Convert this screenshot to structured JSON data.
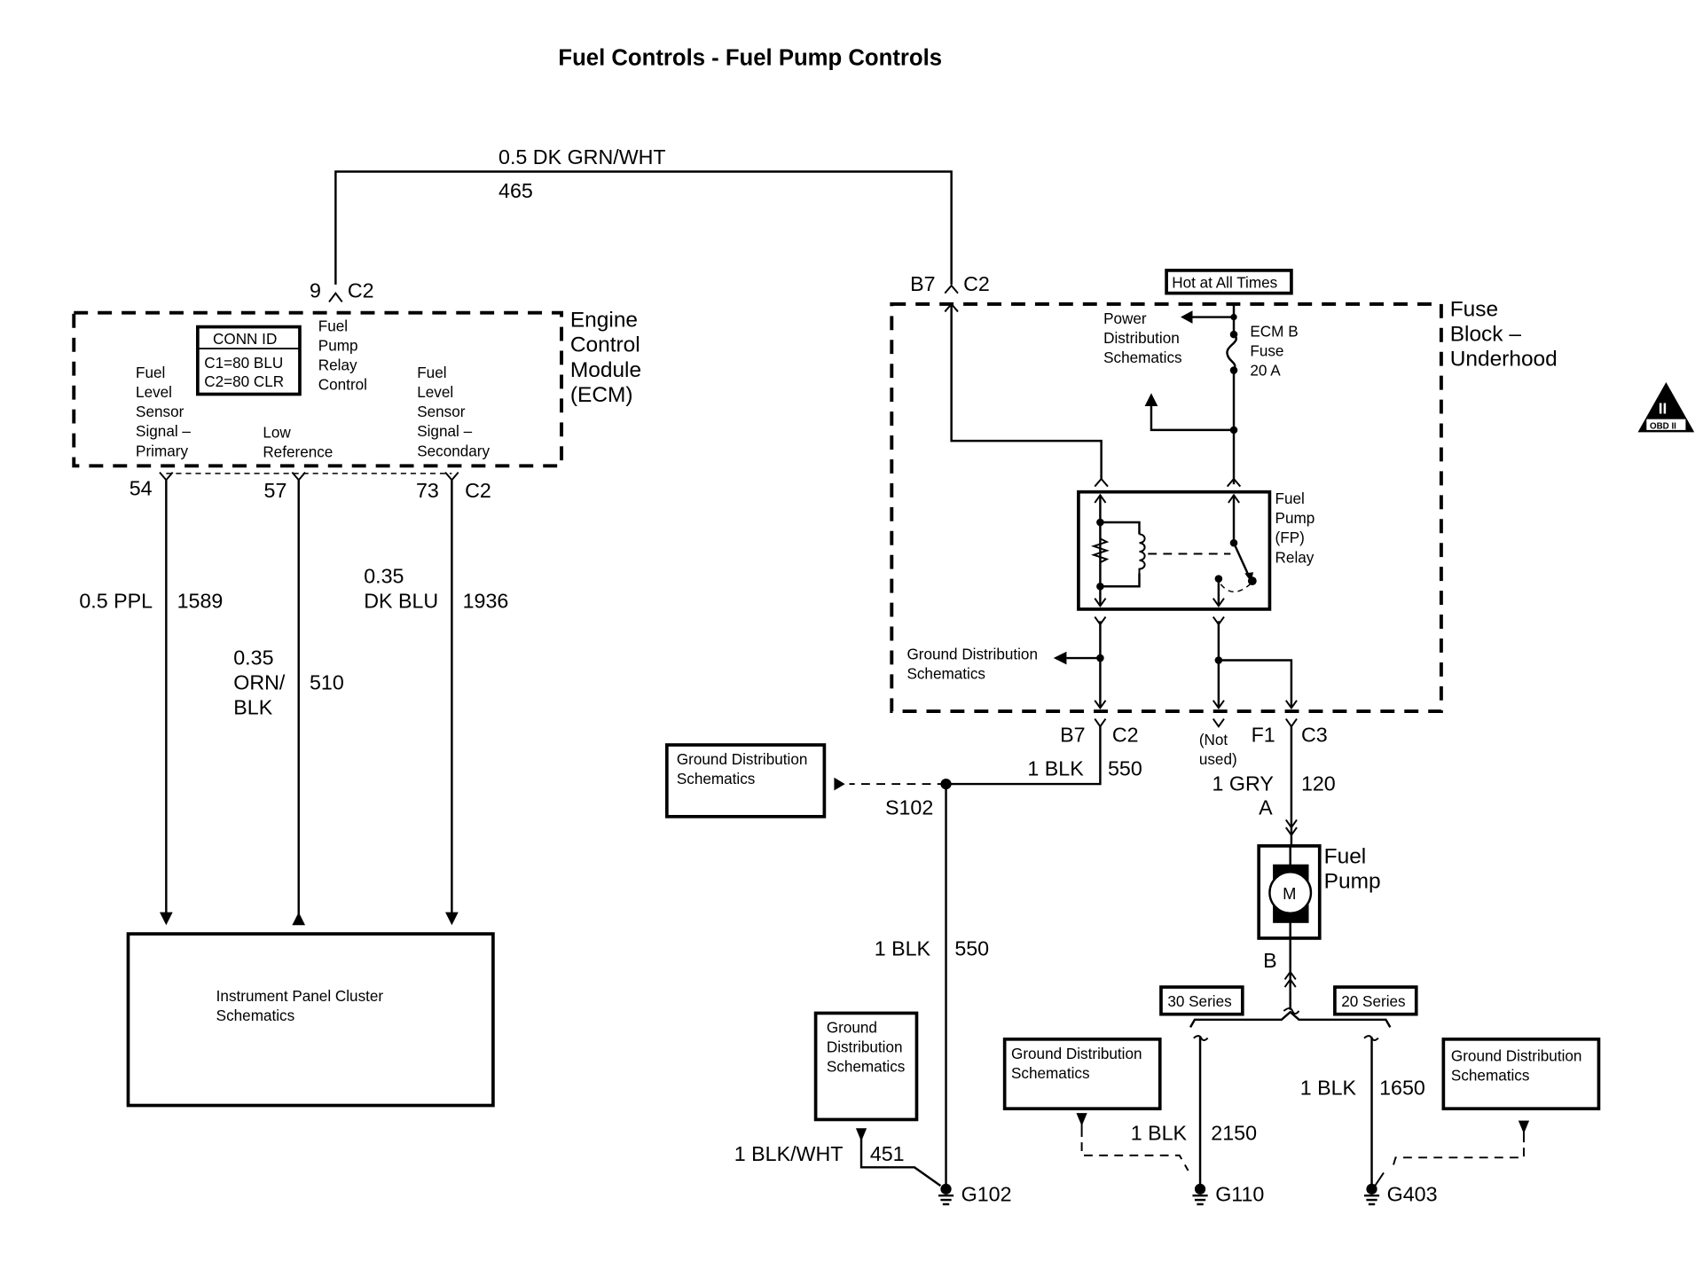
{
  "title": "Fuel Controls - Fuel Pump Controls",
  "colors": {
    "ink": "#000000",
    "background": "#ffffff"
  },
  "top_wire": {
    "gauge_color": "0.5 DK GRN/WHT",
    "circuit": "465"
  },
  "ecm": {
    "name_lines": [
      "Engine",
      "Control",
      "Module",
      "(ECM)"
    ],
    "top_connector": {
      "pin": "9",
      "conn": "C2"
    },
    "conn_id": {
      "header": "CONN ID",
      "c1": "C1=80 BLU",
      "c2": "C2=80 CLR"
    },
    "fp_relay_control": [
      "Fuel",
      "Pump",
      "Relay",
      "Control"
    ],
    "fls_primary": [
      "Fuel",
      "Level",
      "Sensor",
      "Signal –",
      "Primary"
    ],
    "low_reference": [
      "Low",
      "Reference"
    ],
    "fls_secondary": [
      "Fuel",
      "Level",
      "Sensor",
      "Signal –",
      "Secondary"
    ],
    "bottom_pins": {
      "p1": "54",
      "p2": "57",
      "p3": "73",
      "conn": "C2"
    }
  },
  "left_wires": [
    {
      "gauge_color": [
        "0.5 PPL"
      ],
      "circuit": "1589"
    },
    {
      "gauge_color": [
        "0.35",
        "ORN/",
        "BLK"
      ],
      "circuit": "510"
    },
    {
      "gauge_color": [
        "0.35",
        "DK BLU"
      ],
      "circuit": "1936"
    }
  ],
  "ipc": {
    "lines": [
      "Instrument Panel Cluster",
      "Schematics"
    ]
  },
  "fuse_block": {
    "name_lines": [
      "Fuse",
      "Block –",
      "Underhood"
    ],
    "hot_label": "Hot at All Times",
    "top_connector": {
      "pin": "B7",
      "conn": "C2"
    },
    "power_dist": [
      "Power",
      "Distribution",
      "Schematics"
    ],
    "fuse": [
      "ECM B",
      "Fuse",
      "20 A"
    ],
    "relay": [
      "Fuel",
      "Pump",
      "(FP)",
      "Relay"
    ],
    "ground_dist": [
      "Ground Distribution",
      "Schematics"
    ],
    "bottom_left": {
      "pin": "B7",
      "conn": "C2"
    },
    "not_used": [
      "(Not",
      "used)"
    ],
    "bottom_right": {
      "pin": "F1",
      "conn": "C3"
    }
  },
  "ground_circuit": {
    "box_lines": [
      "Ground Distribution",
      "Schematics"
    ],
    "wire_top": {
      "gauge_color": "1 BLK",
      "circuit": "550"
    },
    "splice": "S102",
    "wire_down": {
      "gauge_color": "1 BLK",
      "circuit": "550"
    },
    "g102_box": [
      "Ground",
      "Distribution",
      "Schematics"
    ],
    "wire_451": {
      "gauge_color": "1 BLK/WHT",
      "circuit": "451"
    },
    "g102": "G102"
  },
  "pump_circuit": {
    "wire": {
      "gauge_color": "1 GRY",
      "circuit": "120"
    },
    "pin_a": "A",
    "pump_lines": [
      "Fuel",
      "Pump"
    ],
    "motor_symbol": "M",
    "pin_b": "B",
    "series_30": "30 Series",
    "series_20": "20 Series",
    "gnd_box_left": [
      "Ground Distribution",
      "Schematics"
    ],
    "gnd_box_right": [
      "Ground Distribution",
      "Schematics"
    ],
    "wire_2150": {
      "gauge_color": "1 BLK",
      "circuit": "2150"
    },
    "wire_1650": {
      "gauge_color": "1 BLK",
      "circuit": "1650"
    },
    "g110": "G110",
    "g403": "G403"
  },
  "obd_badge": {
    "numeral": "II",
    "label": "OBD II"
  }
}
